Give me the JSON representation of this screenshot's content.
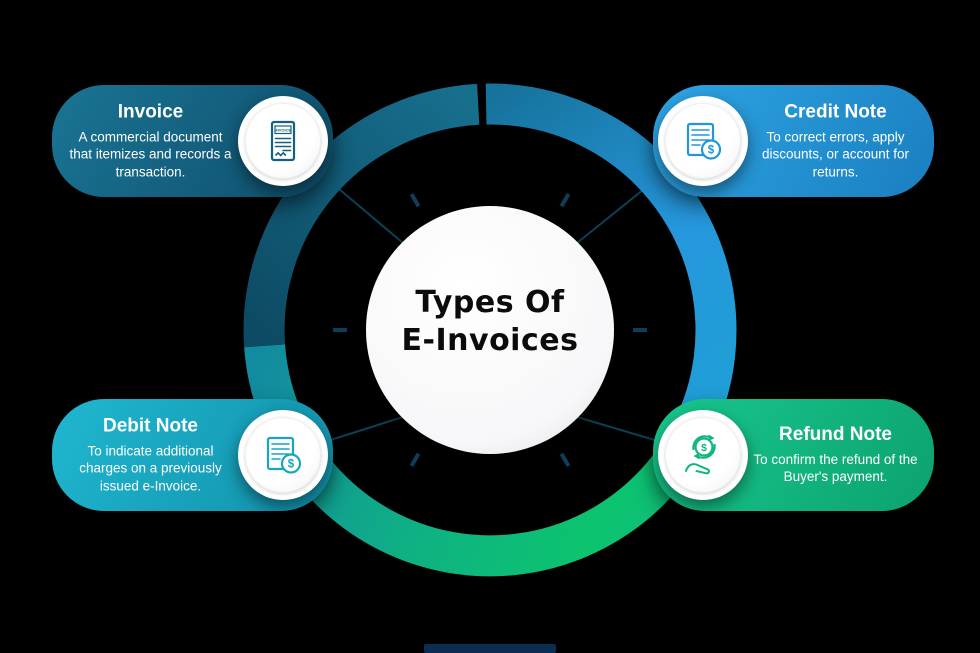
{
  "background_color": "#000000",
  "title": {
    "line1": "Types Of",
    "line2": "E-Invoices"
  },
  "cards": [
    {
      "name": "invoice",
      "title": "Invoice",
      "description": "A commercial document that itemizes and records a transaction.",
      "accent_color": "#14607f",
      "icon": "invoice-document-icon"
    },
    {
      "name": "credit-note",
      "title": "Credit Note",
      "description": "To correct errors, apply discounts, or account for returns.",
      "accent_color": "#2196db",
      "icon": "credit-note-icon"
    },
    {
      "name": "debit-note",
      "title": "Debit Note",
      "description": "To indicate additional charges on a previously issued e-Invoice.",
      "accent_color": "#17a5bf",
      "icon": "debit-note-icon"
    },
    {
      "name": "refund-note",
      "title": "Refund Note",
      "description": "To confirm the refund of the Buyer's payment.",
      "accent_color": "#11b581",
      "icon": "refund-hand-icon"
    }
  ],
  "ring": {
    "arc_top_left_color": "#11566f",
    "arc_top_right_color": "#2697dd",
    "arc_bottom_color": "#0fbe77",
    "tick_color": "#0f3f58",
    "connector_color": "#0d4157",
    "center_circle_color": "#ffffff"
  }
}
